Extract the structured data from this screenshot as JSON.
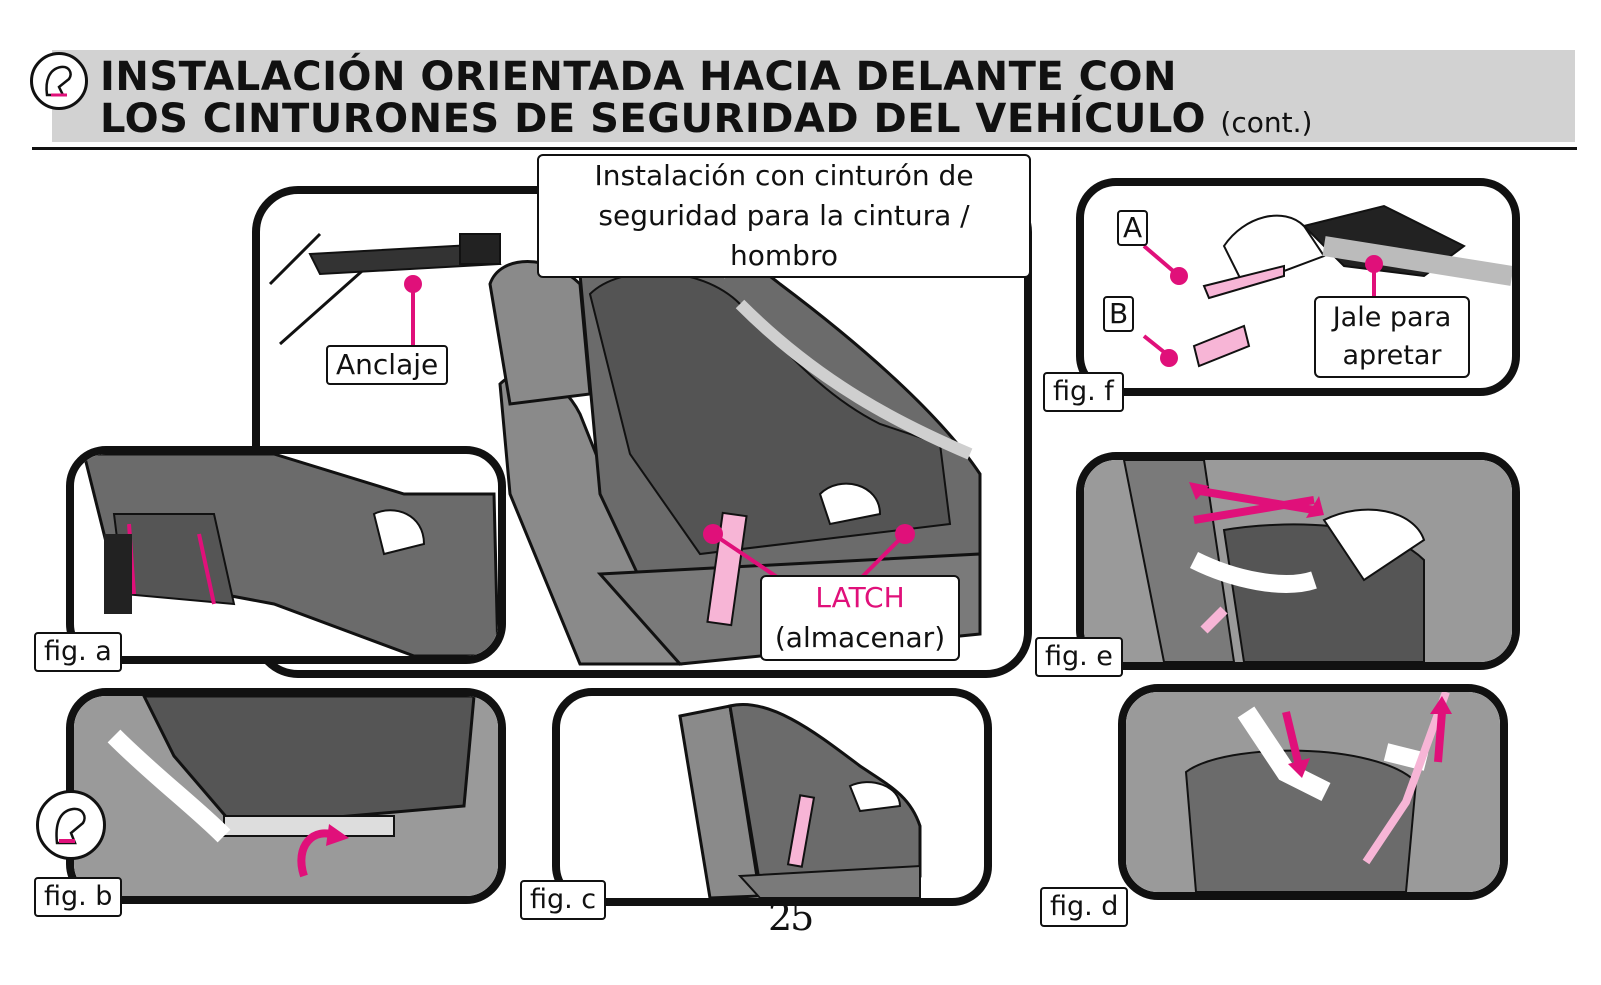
{
  "header": {
    "title_line1": "INSTALACIÓN ORIENTADA HACIA DELANTE CON",
    "title_line2": "LOS CINTURONES DE SEGURIDAD DEL VEHÍCULO",
    "title_cont": "(cont.)",
    "icon": "car-seat-icon"
  },
  "main": {
    "belt_label_line1": "Instalación con cinturón de",
    "belt_label_line2": "seguridad para la cintura / hombro",
    "anchor_label": "Anclaje",
    "latch_label": "LATCH",
    "latch_sub": "(almacenar)"
  },
  "figures": {
    "a": "fig. a",
    "b": "fig. b",
    "c": "fig. c",
    "d": "fig. d",
    "e": "fig. e",
    "f": "fig. f"
  },
  "fig_f": {
    "label_a": "A",
    "label_b": "B",
    "pull_line1": "Jale para",
    "pull_line2": "apretar"
  },
  "page_number": "25",
  "colors": {
    "accent": "#e0107a",
    "pink_light": "#f7b5d6",
    "header_gray": "#d2d2d2"
  }
}
